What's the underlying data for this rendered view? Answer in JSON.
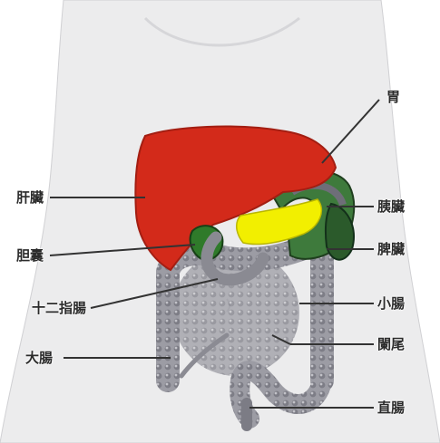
{
  "labels": {
    "stomach": "胃",
    "liver": "肝臟",
    "pancreas": "胰臟",
    "gallbladder": "胆囊",
    "spleen": "脾臟",
    "duodenum": "十二指腸",
    "small_intestine": "小腸",
    "colon": "大腸",
    "appendix": "闌尾",
    "rectum": "直腸"
  },
  "colors": {
    "liver": "#d32a1a",
    "pancreas": "#f2ef00",
    "gallbladder": "#2f7a2a",
    "skin": "#eeeeef",
    "intestine": "#9a9aa2"
  }
}
